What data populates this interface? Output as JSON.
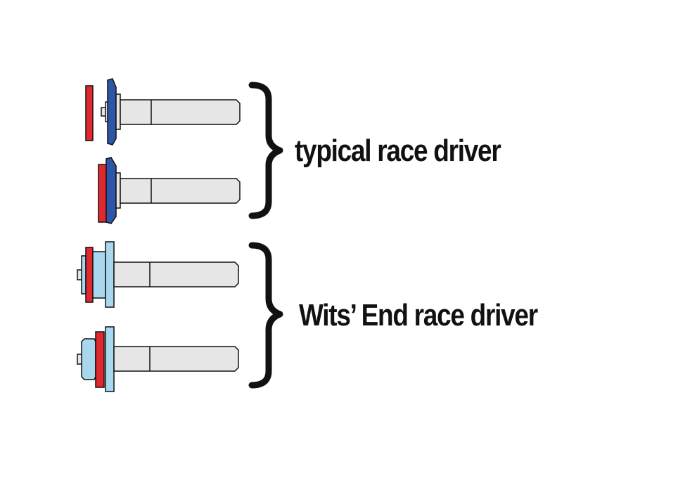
{
  "labels": {
    "typical": "typical race driver",
    "wits": "Wits’ End race driver"
  },
  "colors": {
    "red": "#e0282e",
    "dark_blue": "#2e56a8",
    "light_blue": "#a9d8ee",
    "shaft": "#e6e6e6",
    "outline": "#111111"
  },
  "groups": [
    {
      "name": "typical-race-driver",
      "label_key": "typical",
      "drivers": [
        {
          "name": "typical-driver-1",
          "variant": "separated-red-disc"
        },
        {
          "name": "typical-driver-2",
          "variant": "red-disc-attached"
        }
      ]
    },
    {
      "name": "wits-end-race-driver",
      "label_key": "wits",
      "drivers": [
        {
          "name": "wits-driver-1",
          "variant": "light-blue-stack"
        },
        {
          "name": "wits-driver-2",
          "variant": "light-blue-stack-compact"
        }
      ]
    }
  ]
}
